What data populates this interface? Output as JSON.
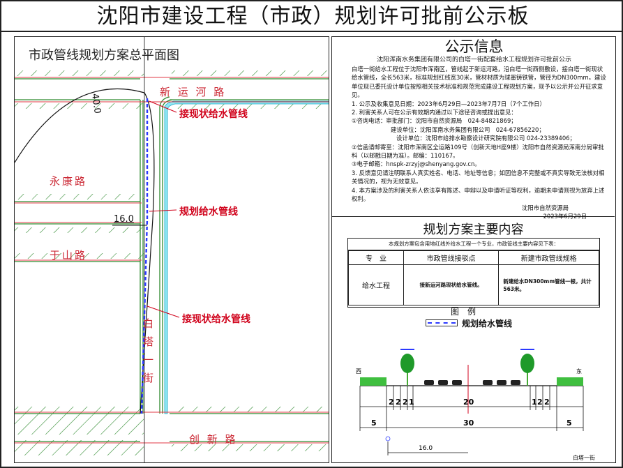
{
  "board": {
    "title": "沈阳市建设工程（市政）规划许可批前公示板"
  },
  "plan": {
    "title": "市政管线规划方案总平面图",
    "roads": {
      "xinyunhe": "新 运 河 路",
      "yongkang": "永康路",
      "yushan": "于山路",
      "chuangxin": "创 新 路",
      "baita": "白 塔 一 街"
    },
    "labels": {
      "connect_top": "接现状给水管线",
      "planned": "规划给水管线",
      "connect_bottom": "接现状给水管线"
    },
    "dims": {
      "d40": "40.0",
      "d16": "16.0"
    }
  },
  "notice": {
    "title": "公示信息",
    "subtitle": "沈阳浑南水务集团有限公司的白塔一街配套给水工程规划许可批前公示",
    "paragraph": "白塔一街给水工程位于沈阳市浑南区，管线起于新运河路，沿白塔一街西侧敷设，接白塔一街现状给水管线，全长563米，标准规划红线宽30米，管材材质为球墨铸铁管，管径为DN300mm。建设单位现已委托设计单位按照相关技术标准和规范完成建设工程规划方案，现予以公示并公开征求意见。",
    "item1": "1. 公示及收集意见日期：2023年6月29日—2023年7月7日（7个工作日）",
    "item2": "2. 利害关系人可在公示有效期内通过以下途径咨询或提出意见：",
    "phone_label": "①咨询电话：审批部门：沈阳市自然资源局　024-84821869；",
    "builder": "建设单位：沈阳浑南水务集团有限公司　024-67856220；",
    "designer": "设计单位：沈阳市给排水勘察设计研究院有限公司 024-23389406；",
    "mail": "②信函请邮寄至：沈阳市浑南区全运路109号（创新天地H座9楼）沈阳市自然资源局浑南分局审批科（以邮戳日期为准）。邮编：110167。",
    "email": "③电子邮箱：hnspk-zrzyj@shenyang.gov.cn。",
    "item3": "3. 反馈意见请注明联系人真实姓名、电话、地址等信息；如因信息不完整或不真实导致无法核对相关情况的，视为无效意见。",
    "item4": "4. 本方案涉及的利害关系人依法享有陈述、申辩以及申请听证等权利，逾期未申请则视为放弃上述权利。",
    "signer": "沈阳市自然资源局",
    "date": "2023年6月29日"
  },
  "content": {
    "title": "规划方案主要内容",
    "intro": "本规划方案包含用地红线外给水工程一个专业，市政管线主要内容见下表：",
    "headers": [
      "专　业",
      "市政管线接驳点",
      "新建市政管线规格"
    ],
    "row": [
      "给水工程",
      "接新运河路现状给水管线。",
      "新建给水DN300mm管线一根，共计563米。"
    ]
  },
  "legend": {
    "title": "图　例",
    "item": "规划给水管线",
    "color": "#2a38ff"
  },
  "section": {
    "west": "西",
    "east": "东",
    "dims_top": [
      "2",
      "2",
      "2",
      "1",
      "20",
      "1",
      "2",
      "2"
    ],
    "dims_mid": [
      "5",
      "30",
      "5"
    ],
    "dim_bottom": "16.0",
    "street": "白塔一街"
  }
}
